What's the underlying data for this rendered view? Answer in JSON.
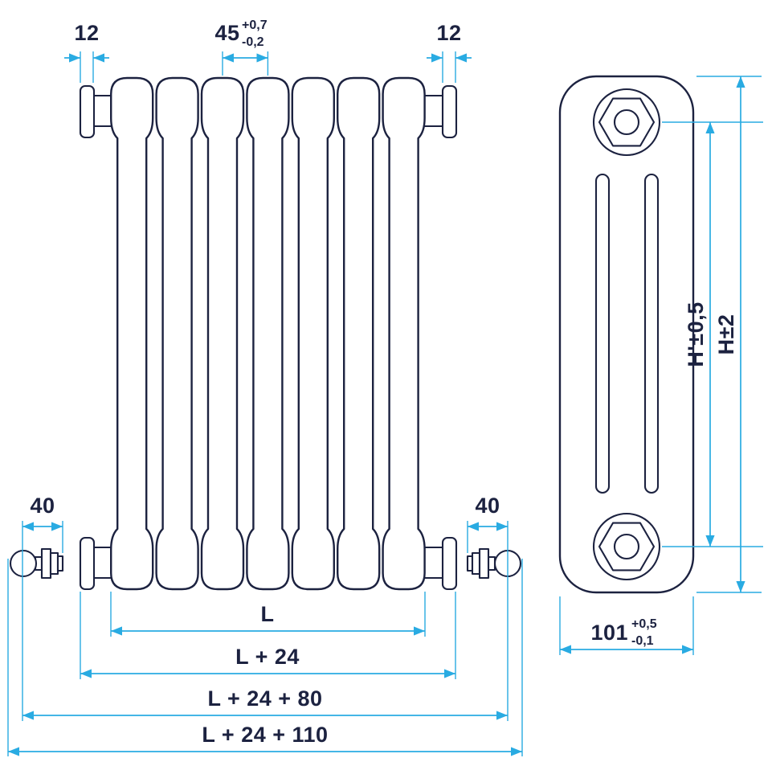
{
  "title": "Tubular column radiator dimensional drawing",
  "colors": {
    "outline": "#1c2240",
    "dimension": "#29abe2",
    "background": "#ffffff"
  },
  "front_view": {
    "dims": {
      "plug_left": "12",
      "plug_right": "12",
      "pitch_value": "45",
      "pitch_tol_plus": "+0,7",
      "pitch_tol_minus": "-0,2",
      "valve_left": "40",
      "valve_right": "40",
      "length": "L",
      "length_plus_24": "L + 24",
      "length_plus_24_80": "L + 24 + 80",
      "length_plus_24_110": "L + 24 + 110"
    }
  },
  "side_view": {
    "dims": {
      "axis_height": "H'±0,5",
      "overall_height": "H±2",
      "depth_value": "101",
      "depth_tol_plus": "+0,5",
      "depth_tol_minus": "-0,1"
    }
  }
}
